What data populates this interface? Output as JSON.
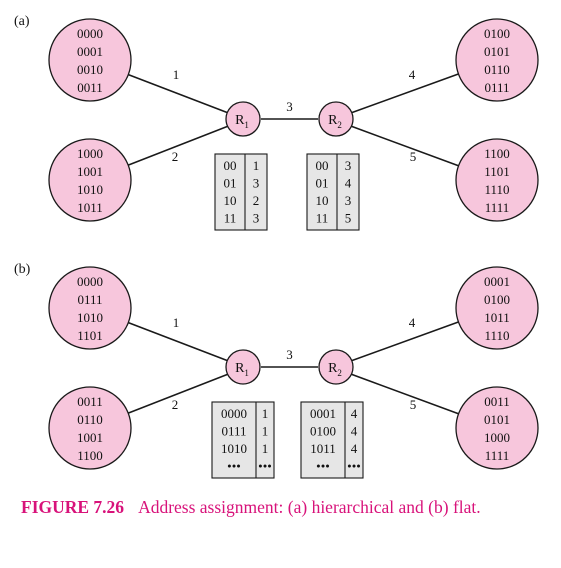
{
  "panels": [
    {
      "label": "(a)",
      "hosts": {
        "top_left": [
          "0000",
          "0001",
          "0010",
          "0011"
        ],
        "bottom_left": [
          "1000",
          "1001",
          "1010",
          "1011"
        ],
        "top_right": [
          "0100",
          "0101",
          "0110",
          "0111"
        ],
        "bottom_right": [
          "1100",
          "1101",
          "1110",
          "1111"
        ]
      },
      "links": {
        "top_left": "1",
        "bottom_left": "2",
        "center": "3",
        "top_right": "4",
        "bottom_right": "5"
      },
      "routers": {
        "left": {
          "base": "R",
          "sub": "1"
        },
        "right": {
          "base": "R",
          "sub": "2"
        }
      },
      "tables": {
        "r1": {
          "rows": [
            [
              "00",
              "1"
            ],
            [
              "01",
              "3"
            ],
            [
              "10",
              "2"
            ],
            [
              "11",
              "3"
            ]
          ]
        },
        "r2": {
          "rows": [
            [
              "00",
              "3"
            ],
            [
              "01",
              "4"
            ],
            [
              "10",
              "3"
            ],
            [
              "11",
              "5"
            ]
          ]
        }
      }
    },
    {
      "label": "(b)",
      "hosts": {
        "top_left": [
          "0000",
          "0111",
          "1010",
          "1101"
        ],
        "bottom_left": [
          "0011",
          "0110",
          "1001",
          "1100"
        ],
        "top_right": [
          "0001",
          "0100",
          "1011",
          "1110"
        ],
        "bottom_right": [
          "0011",
          "0101",
          "1000",
          "1111"
        ]
      },
      "links": {
        "top_left": "1",
        "bottom_left": "2",
        "center": "3",
        "top_right": "4",
        "bottom_right": "5"
      },
      "routers": {
        "left": {
          "base": "R",
          "sub": "1"
        },
        "right": {
          "base": "R",
          "sub": "2"
        }
      },
      "tables": {
        "r1": {
          "rows": [
            [
              "0000",
              "1"
            ],
            [
              "0111",
              "1"
            ],
            [
              "1010",
              "1"
            ],
            [
              "•••",
              "•••"
            ]
          ]
        },
        "r2": {
          "rows": [
            [
              "0001",
              "4"
            ],
            [
              "0100",
              "4"
            ],
            [
              "1011",
              "4"
            ],
            [
              "•••",
              "•••"
            ]
          ]
        }
      }
    }
  ],
  "caption": {
    "number": "FIGURE 7.26",
    "text": "Address assignment: (a) hierarchical and (b) flat."
  },
  "colors": {
    "node_fill": "#f7c6dc",
    "table_fill": "#e6e6e6",
    "caption": "#d8127a",
    "stroke": "#1a1a1a"
  }
}
